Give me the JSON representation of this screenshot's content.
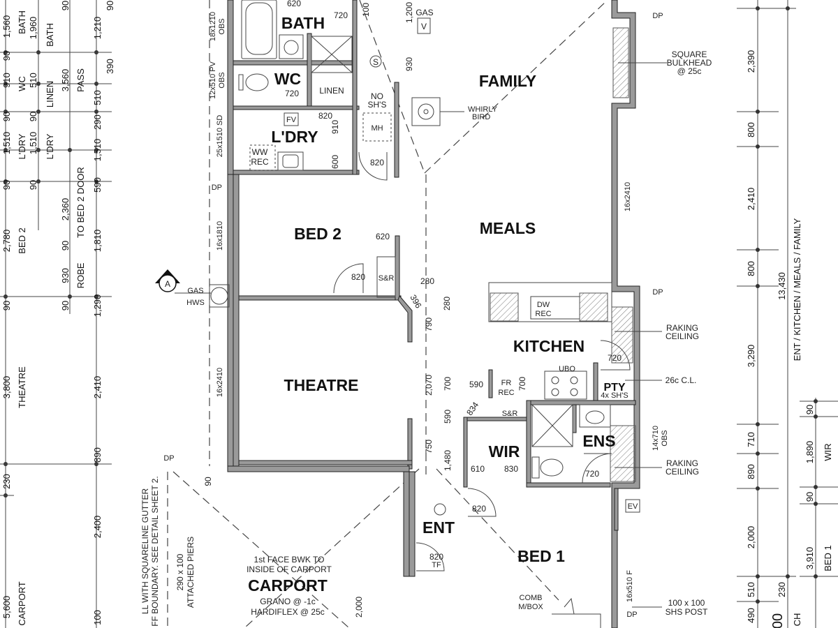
{
  "rooms": {
    "bath": "BATH",
    "wc": "WC",
    "laundry": "L'DRY",
    "family": "FAMILY",
    "bed2": "BED 2",
    "meals": "MEALS",
    "kitchen": "KITCHEN",
    "theatre": "THEATRE",
    "pantry": "PTY",
    "wir": "WIR",
    "ensuite": "ENS",
    "entry": "ENT",
    "bed1": "BED 1",
    "carport": "CARPORT"
  },
  "labels": {
    "gas": "GAS",
    "v": "V",
    "s": "S",
    "linen": "LINEN",
    "no_shs": "NO",
    "no_shs2": "SH'S",
    "mh": "MH",
    "whirly1": "WHIRLY",
    "whirly2": "BIRD",
    "fv": "FV",
    "ww1": "WW",
    "ww2": "REC",
    "sr": "S&R",
    "dp": "DP",
    "section_a": "A",
    "gas_hws1": "GAS",
    "gas_hws2": "HWS",
    "dw1": "DW",
    "dw2": "REC",
    "ubo": "UBO",
    "fr1": "FR",
    "fr2": "REC",
    "pty_shs": "4x SH'S",
    "tf": "TF",
    "comb1": "COMB",
    "comb2": "M/BOX",
    "ev": "EV",
    "carport_note1": "1st FACE BWK TO",
    "carport_note2": "INSIDE OF CARPORT",
    "grano": "GRANO @ -1c",
    "hardiflex": "HARDIFLEX @ 25c",
    "piers1": "290 x 100",
    "piers2": "ATTACHED PIERS",
    "gutter1": "LL WITH SQUARELINE GUTTER",
    "gutter2": "FF BOUNDARY. SEE DETAIL SHEET 2.",
    "window_18x1210": "18x1210",
    "obs": "OBS",
    "window_12x510": "12x510 PV",
    "window_25x1510": "25x1510 SD",
    "window_16x1810": "16x1810",
    "window_16x2410a": "16x2410",
    "window_16x2410b": "16x2410",
    "window_14x710": "14x710",
    "window_16x510": "16x510 F",
    "ann_bulkhead1": "SQUARE",
    "ann_bulkhead2": "BULKHEAD",
    "ann_bulkhead3": "@ 25c",
    "ann_raking1": "RAKING",
    "ann_raking2": "CEILING",
    "ann_cl": "26c C.L.",
    "ann_post1": "100 x 100",
    "ann_post2": "SHS POST"
  },
  "dims_internal": {
    "d620a": "620",
    "d720a": "720",
    "d100": "100",
    "d1200": "1,200",
    "d930": "930",
    "d720b": "720",
    "d820a": "820",
    "d910": "910",
    "d600": "600",
    "d820b": "820",
    "d620b": "620",
    "d820c": "820",
    "d280a": "280",
    "d396": "396",
    "d280b": "280",
    "d790": "790",
    "d2070": "2,070",
    "d700a": "700",
    "d590a": "590",
    "d700b": "700",
    "d720c": "720",
    "d834": "834",
    "d590b": "590",
    "d1480": "1,480",
    "d750": "750",
    "d610": "610",
    "d830": "830",
    "d720d": "720",
    "d820d": "820",
    "d820e": "820",
    "d90a": "90",
    "d2000": "2,000"
  },
  "dims_left_far": [
    "1,560",
    "90",
    "910",
    "90",
    "1,510",
    "90",
    "2,780",
    "90",
    "3,800",
    "230",
    "5,600"
  ],
  "dims_left_far_text": [
    "BATH",
    "WC",
    "L'DRY",
    "BED 2",
    "THEATRE",
    "CARPORT"
  ],
  "dims_left_mid": [
    "1,960",
    "510",
    "90",
    "1,510",
    "90"
  ],
  "dims_left_mid_text": [
    "BATH",
    "LINEN",
    "L'DRY"
  ],
  "dims_left_inner": [
    "3,560",
    "2,360",
    "90",
    "930",
    "90"
  ],
  "dims_left_inner_text": [
    "PASS",
    "TO BED 2 DOOR",
    "ROBE"
  ],
  "dims_left_near": [
    "1,210",
    "390",
    "510",
    "290",
    "1,510",
    "590",
    "1,810",
    "1,290",
    "2,410",
    "890",
    "2,400",
    "100"
  ],
  "dims_left_top": [
    "90",
    "90"
  ],
  "dims_right": [
    "2,390",
    "800",
    "2,410",
    "800",
    "3,290",
    "710",
    "890",
    "2,000",
    "510",
    "490"
  ],
  "dims_right_total": "13,430",
  "dims_right_total_text": "ENT / KITCHEN / MEALS / FAMILY",
  "dims_right_inner": [
    "90",
    "1,890",
    "90",
    "3,910",
    "230"
  ],
  "dims_right_inner_text": [
    "WIR",
    "BED 1"
  ],
  "dims_bottom_right": [
    "00",
    "CH"
  ]
}
